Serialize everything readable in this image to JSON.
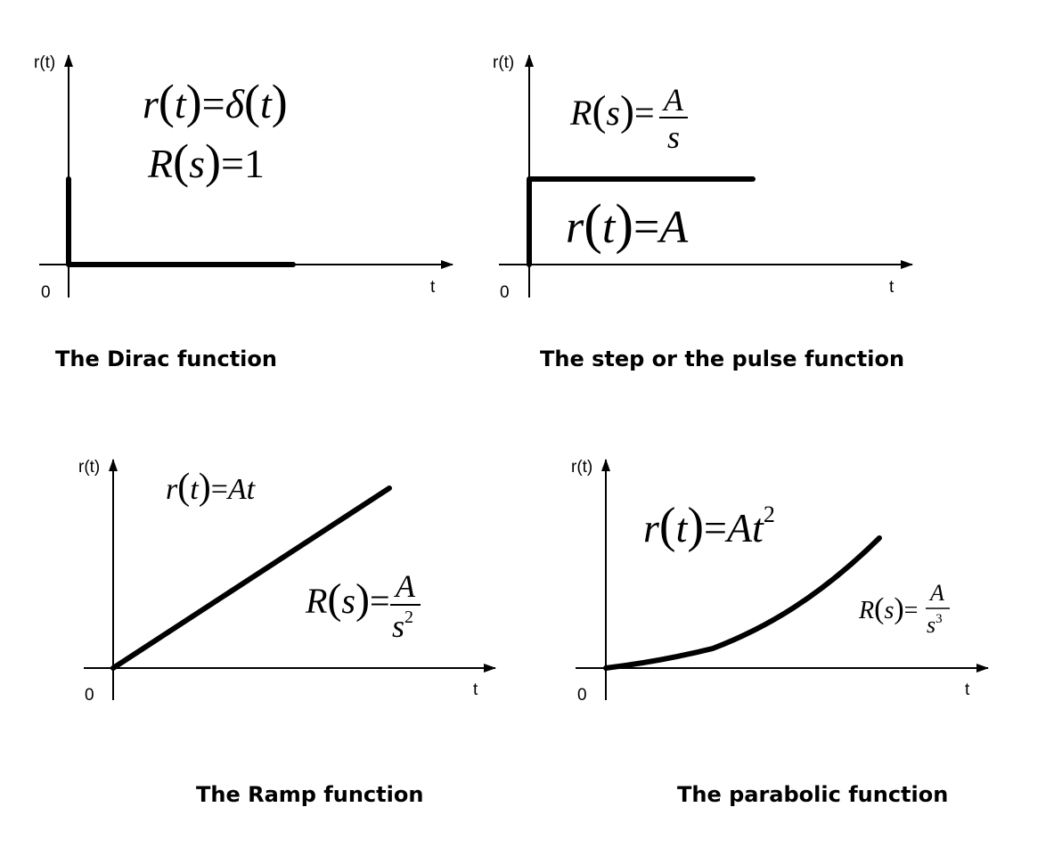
{
  "colors": {
    "ink": "#000000",
    "background": "#ffffff"
  },
  "panels": [
    {
      "id": "dirac",
      "caption": "The Dirac function",
      "y_axis_label": "r(t)",
      "x_axis_label": "t",
      "origin_label": "0",
      "formula_time": {
        "lhs": "r",
        "lhs_arg": "t",
        "rhs": "δ",
        "rhs_arg": "t"
      },
      "formula_laplace": {
        "lhs": "R",
        "lhs_arg": "s",
        "rhs": "1"
      },
      "curve": {
        "type": "impulse"
      }
    },
    {
      "id": "step",
      "caption": "The step or the pulse function",
      "y_axis_label": "r(t)",
      "x_axis_label": "t",
      "origin_label": "0",
      "formula_laplace": {
        "lhs": "R",
        "lhs_arg": "s",
        "numerator": "A",
        "denominator": "s"
      },
      "formula_time": {
        "lhs": "r",
        "lhs_arg": "t",
        "rhs": "A"
      },
      "curve": {
        "type": "step"
      }
    },
    {
      "id": "ramp",
      "caption": "The Ramp function",
      "y_axis_label": "r(t)",
      "x_axis_label": "t",
      "origin_label": "0",
      "formula_time": {
        "lhs": "r",
        "lhs_arg": "t",
        "rhs": "At"
      },
      "formula_laplace": {
        "lhs": "R",
        "lhs_arg": "s",
        "numerator": "A",
        "denominator": "s",
        "power": "2"
      },
      "curve": {
        "type": "ramp"
      }
    },
    {
      "id": "parabolic",
      "caption": "The parabolic function",
      "y_axis_label": "r(t)",
      "x_axis_label": "t",
      "origin_label": "0",
      "formula_time": {
        "lhs": "r",
        "lhs_arg": "t",
        "rhs": "At",
        "power": "2"
      },
      "formula_laplace": {
        "lhs": "R",
        "lhs_arg": "s",
        "numerator": "A",
        "denominator": "s",
        "power": "3"
      },
      "curve": {
        "type": "parabola"
      }
    }
  ]
}
